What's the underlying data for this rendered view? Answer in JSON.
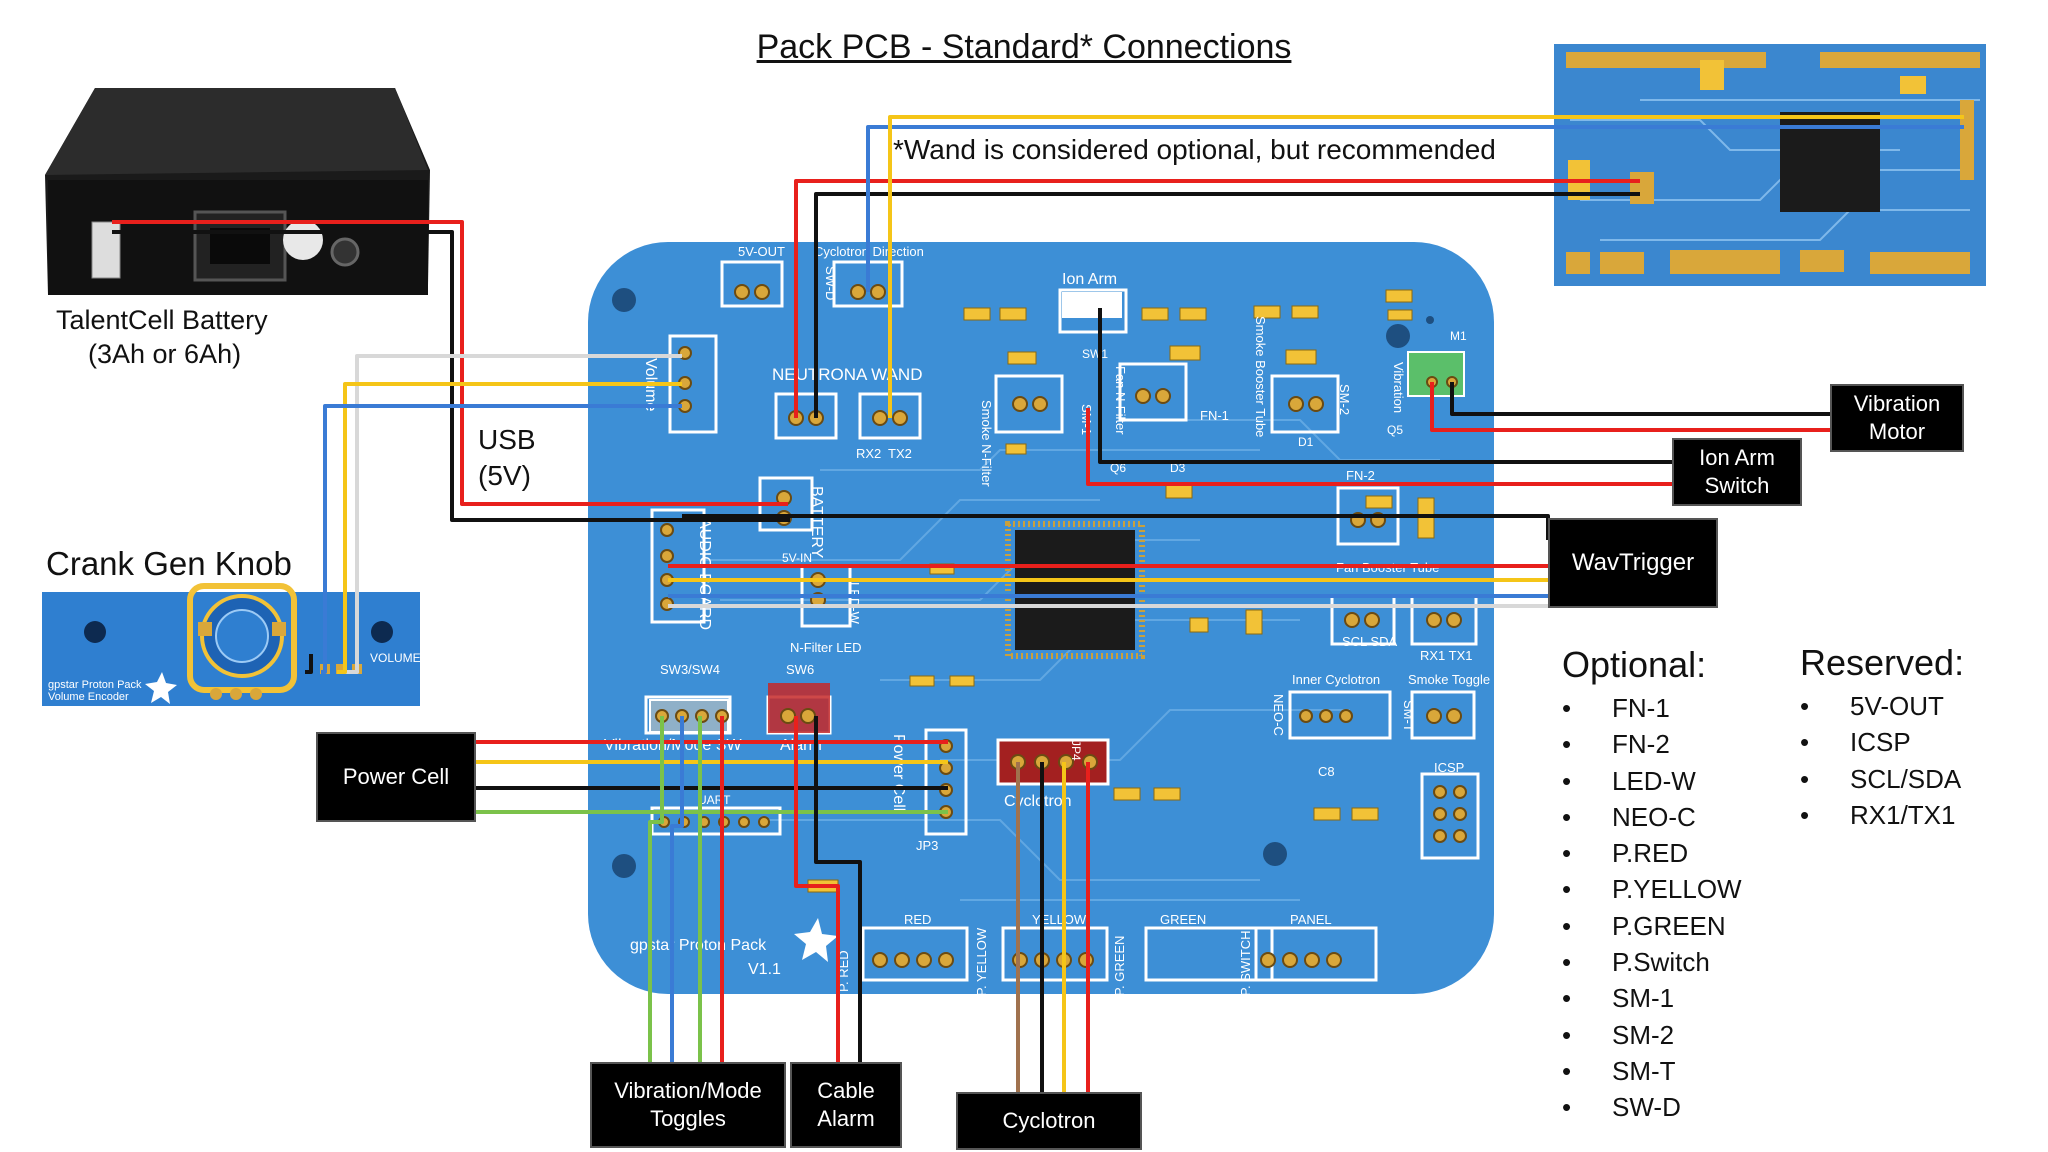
{
  "title": "Pack PCB - Standard* Connections",
  "note": "*Wand is considered optional, but recommended",
  "battery": {
    "name": "TalentCell Battery",
    "capacity": "(3Ah or 6Ah)"
  },
  "usb": {
    "line1": "USB",
    "line2": "(5V)"
  },
  "knob": {
    "title": "Crank Gen Knob",
    "board_label": "VOLUME",
    "board_brand1": "gpstar Proton Pack",
    "board_brand2": "Volume Encoder"
  },
  "boxes": {
    "vibration_motor": [
      "Vibration",
      "Motor"
    ],
    "ion_arm_switch": [
      "Ion Arm",
      "Switch"
    ],
    "wavtrigger": "WavTrigger",
    "power_cell": "Power Cell",
    "vib_toggles": [
      "Vibration/Mode",
      "Toggles"
    ],
    "cable_alarm": [
      "Cable",
      "Alarm"
    ],
    "cyclotron": "Cyclotron"
  },
  "optional": {
    "title": "Optional:",
    "items": [
      "FN-1",
      "FN-2",
      "LED-W",
      "NEO-C",
      "P.RED",
      "P.YELLOW",
      "P.GREEN",
      "P.Switch",
      "SM-1",
      "SM-2",
      "SM-T",
      "SW-D"
    ]
  },
  "reserved": {
    "title": "Reserved:",
    "items": [
      "5V-OUT",
      "ICSP",
      "SCL/SDA",
      "RX1/TX1"
    ]
  },
  "pcb_labels": {
    "v5out": "5V-OUT",
    "cyclotron_direction": "Cyclotron Direction",
    "sw_d": "SW-D",
    "ion_arm": "Ion Arm",
    "sw1": "SW1",
    "neutrona_wand": "NEUTRONA WAND",
    "rx2": "RX2",
    "tx2": "TX2",
    "volume": "Volume",
    "battery": "BATTERY",
    "v5in": "5V-IN",
    "audio_board": "AUDIO BOARD",
    "led_w": "LED-W",
    "n_filter_led": "N-Filter LED",
    "fn1": "FN-1",
    "sm1": "SM-1",
    "sm2": "SM-2",
    "smoke_n_filter": "Smoke N-Filter",
    "fan_n_filter": "Fan N-Filter",
    "smoke_booster": "Smoke Booster Tube",
    "vibration": "Vibration",
    "m1": "M1",
    "fn2": "FN-2",
    "fan_booster": "Fan Booster Tube",
    "scl_sda": "SCL  SDA",
    "rx1_tx1": "RX1  TX1",
    "inner_cyclotron": "Inner Cyclotron",
    "neo_c": "NEO-C",
    "smoke_toggle": "Smoke Toggle",
    "sm_t": "SM-T",
    "icsp": "ICSP",
    "sw3sw4": "SW3/SW4",
    "sw6": "SW6",
    "vib_mode_sw": "Vibration/Mode SW",
    "alarm": "Alarm",
    "power_cell": "Power Cell",
    "jp3": "JP3",
    "jp4": "JP4",
    "cyclotron": "Cyclotron",
    "uart": "UART",
    "red": "RED",
    "yellow": "YELLOW",
    "green": "GREEN",
    "panel": "PANEL",
    "p_red": "P. RED",
    "p_yellow": "P. YELLOW",
    "p_green": "P. GREEN",
    "p_switch": "P. SWITCH",
    "brand": "gpstar Proton Pack",
    "version": "V1.1",
    "c8": "C8",
    "d1": "D1",
    "q5": "Q5",
    "d3": "D3",
    "q6": "Q6"
  },
  "colors": {
    "pcb_blue": "#3d8fd6",
    "red": "#e8201c",
    "yellow": "#f5c518",
    "blue": "#3a7bd5",
    "black": "#111111",
    "white": "#d8d8d8",
    "green": "#7bc24a",
    "brown": "#a0724e",
    "gray": "#cccccc"
  }
}
